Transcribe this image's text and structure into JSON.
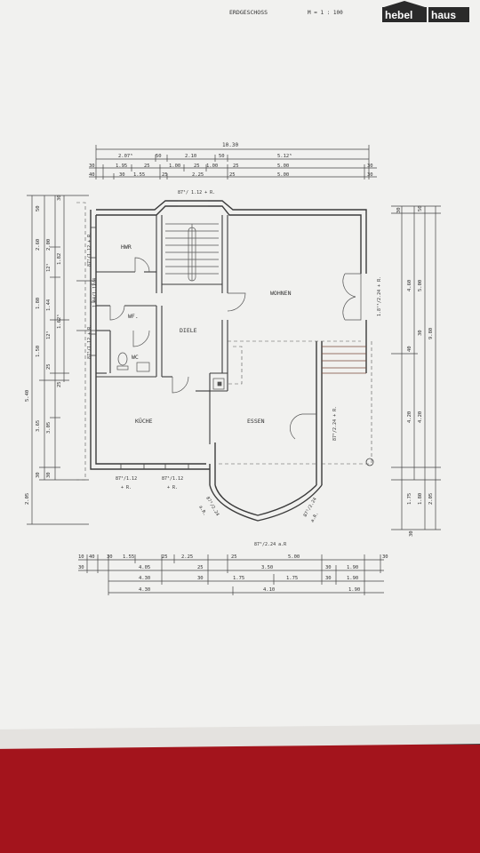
{
  "header": {
    "floor_name": "ERDGESCHOSS",
    "scale": "M = 1 : 100",
    "brand_left": "hebel",
    "brand_right": "haus"
  },
  "rooms": {
    "hwr": "HWR",
    "wohnen": "WOHNEN",
    "wf": "WF.",
    "diele": "DIELE",
    "wc": "WC",
    "kueche": "KÜCHE",
    "essen": "ESSEN"
  },
  "windows": {
    "stair_top": "87⁵/ 1.12 + R.",
    "left_hwr": "87⁵/1.12 + R.",
    "left_wf": "1.44/1.12/4",
    "left_wc": "87⁵/1.12 + R.",
    "right_wohnen": "1.8⁷⁵/2.24 + R.",
    "right_essen": "87⁵/2.24 + R.",
    "kueche_bottom_1": "87⁵/1.12",
    "kueche_bottom_1b": "+ R.",
    "kueche_bottom_2": "87⁵/1.12",
    "kueche_bottom_2b": "+ R.",
    "bay_left": "87⁵/2.24",
    "bay_left_b": "a.R.",
    "bay_right": "87⁵/2.24",
    "bay_right_b": "a.R.",
    "bay_center": "87⁵/2.24 a.R"
  },
  "dims_top": {
    "row0": [
      "10.30"
    ],
    "row1": [
      "2.07⁵",
      "50",
      "2.10",
      "50",
      "5.12⁵"
    ],
    "row2": [
      "30",
      "1.95",
      "25",
      "1.00",
      "25",
      "1.00",
      "25",
      "5.00",
      "30"
    ],
    "row3": [
      "40",
      "30",
      "1.55",
      "25",
      "2.25",
      "25",
      "5.00",
      "30"
    ]
  },
  "dims_left": [
    "30",
    "50",
    "2.60",
    "2.00",
    "1.82",
    "12⁵",
    "1.80",
    "1.44",
    "1.62⁵",
    "12⁵",
    "1.50",
    "25",
    "25",
    "5.40",
    "3.65",
    "3.05",
    "30",
    "30",
    "2.05"
  ],
  "dims_right": [
    "30",
    "50",
    "4.60",
    "5.00",
    "40",
    "30",
    "9.80",
    "4.20",
    "4.20",
    "1.75",
    "1.80",
    "2.05",
    "30"
  ],
  "dims_bottom": {
    "row1": [
      "10",
      "40",
      "30",
      "1.55",
      "25",
      "2.25",
      "25",
      "5.00",
      "30"
    ],
    "row2": [
      "30",
      "4.05",
      "25",
      "3.50",
      "30",
      "1.90"
    ],
    "row3": [
      "4.30",
      "30",
      "1.75",
      "1.75",
      "30",
      "1.90"
    ],
    "row4": [
      "4.30",
      "4.10",
      "1.90"
    ]
  }
}
